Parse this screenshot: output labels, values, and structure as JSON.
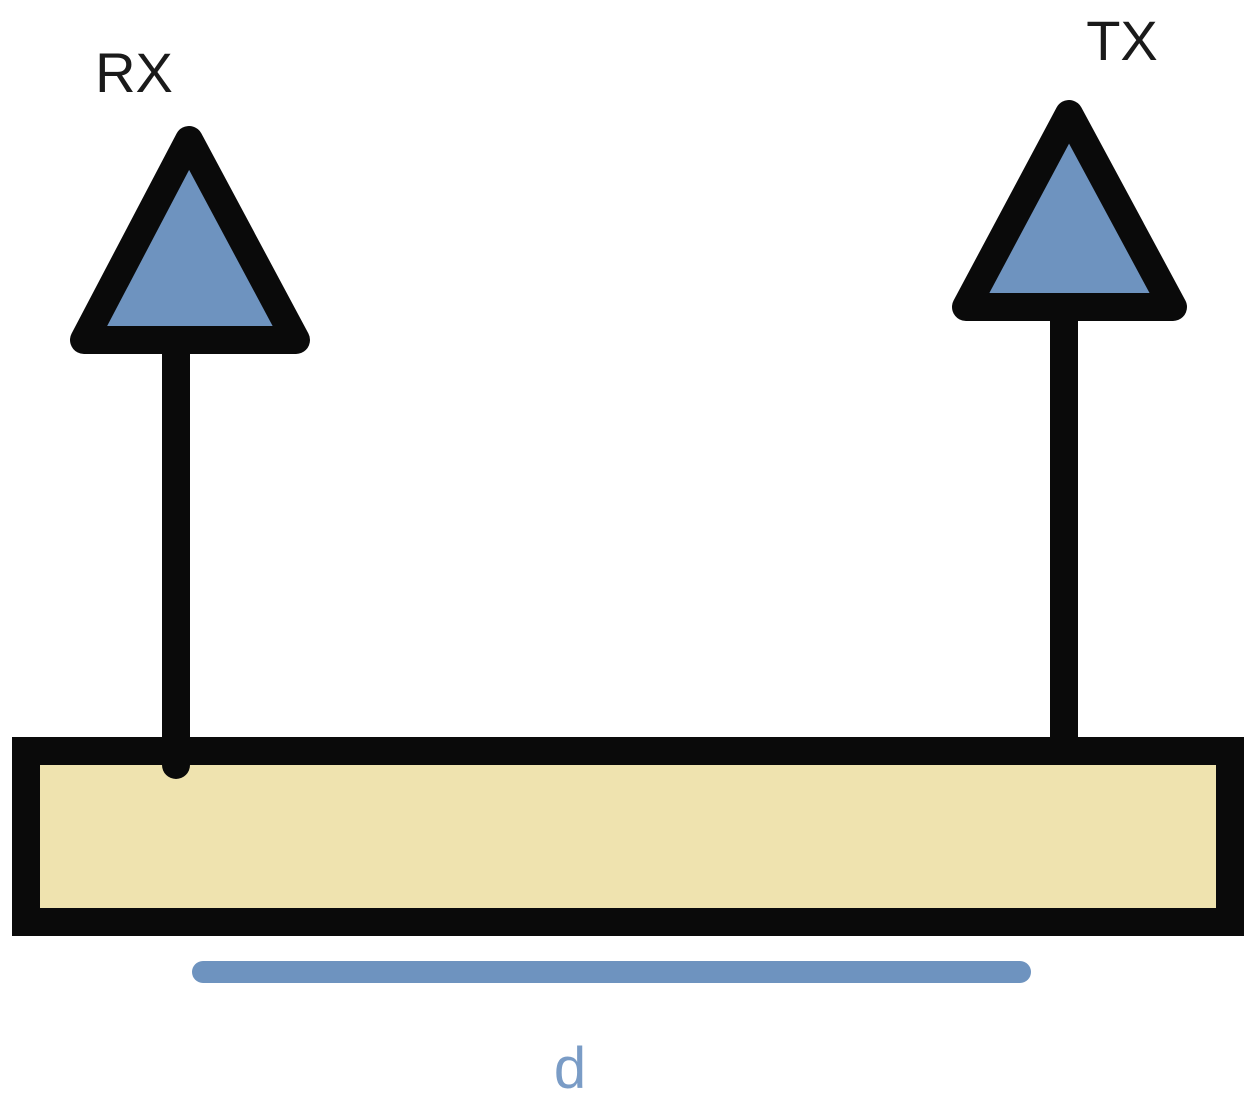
{
  "labels": {
    "rx": "RX",
    "tx": "TX",
    "distance": "d"
  },
  "colors": {
    "antenna_fill": "#6e93bf",
    "outline": "#0a0a0a",
    "ground_fill": "#efe3af",
    "distance_line": "#6e93bf",
    "distance_label": "#7a9cc6",
    "text": "#1a1a1a"
  }
}
